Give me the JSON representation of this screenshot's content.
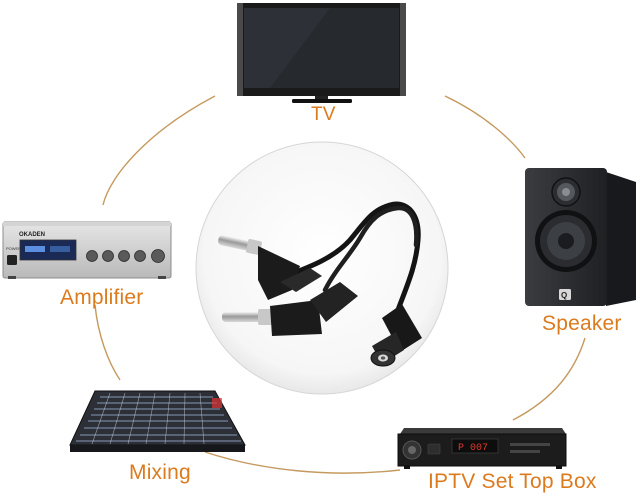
{
  "labels": {
    "tv": "TV",
    "amplifier": "Amplifier",
    "speaker": "Speaker",
    "mixing": "Mixing",
    "iptv": "IPTV Set Top Box"
  },
  "devices": {
    "amplifier_brand": "OKADEN",
    "amplifier_power": "POWER",
    "speaker_brand": "Q",
    "stb_display": "P 007"
  },
  "colors": {
    "label": "#dc7a1e",
    "ring": "#c59a5f",
    "dark": "#1c1c1c"
  }
}
